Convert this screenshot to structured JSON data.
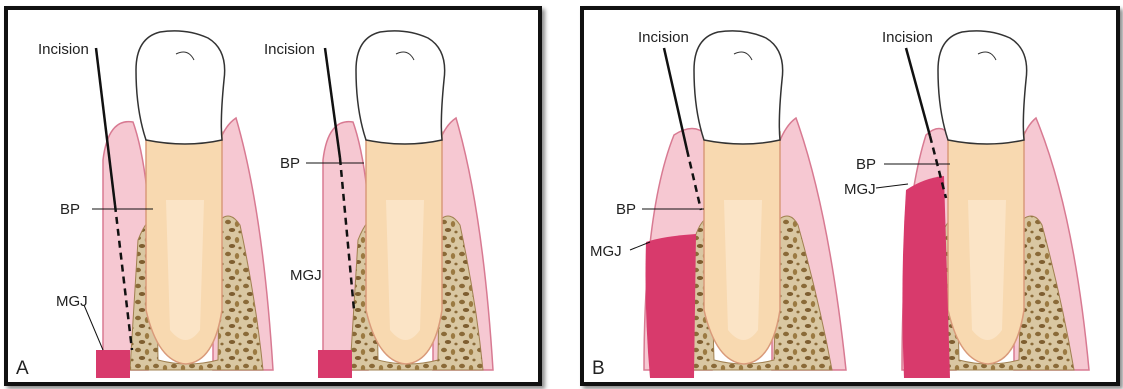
{
  "panels": [
    {
      "letter": "A",
      "figures": [
        {
          "incision": "Incision",
          "bp": "BP",
          "mgj": "MGJ"
        },
        {
          "incision": "Incision",
          "bp": "BP",
          "mgj": "MGJ"
        }
      ]
    },
    {
      "letter": "B",
      "figures": [
        {
          "incision": "Incision",
          "bp": "BP",
          "mgj": "MGJ"
        },
        {
          "incision": "Incision",
          "bp": "BP",
          "mgj": "MGJ"
        }
      ]
    }
  ],
  "colors": {
    "gingiva": "#f6c8d2",
    "gingiva_outline": "#d87a92",
    "mucosa": "#d83a6c",
    "bone": "#d9c7a2",
    "bone_pore": "#8a6a38",
    "root": "#f8d9b0",
    "crown": "#ffffff"
  }
}
